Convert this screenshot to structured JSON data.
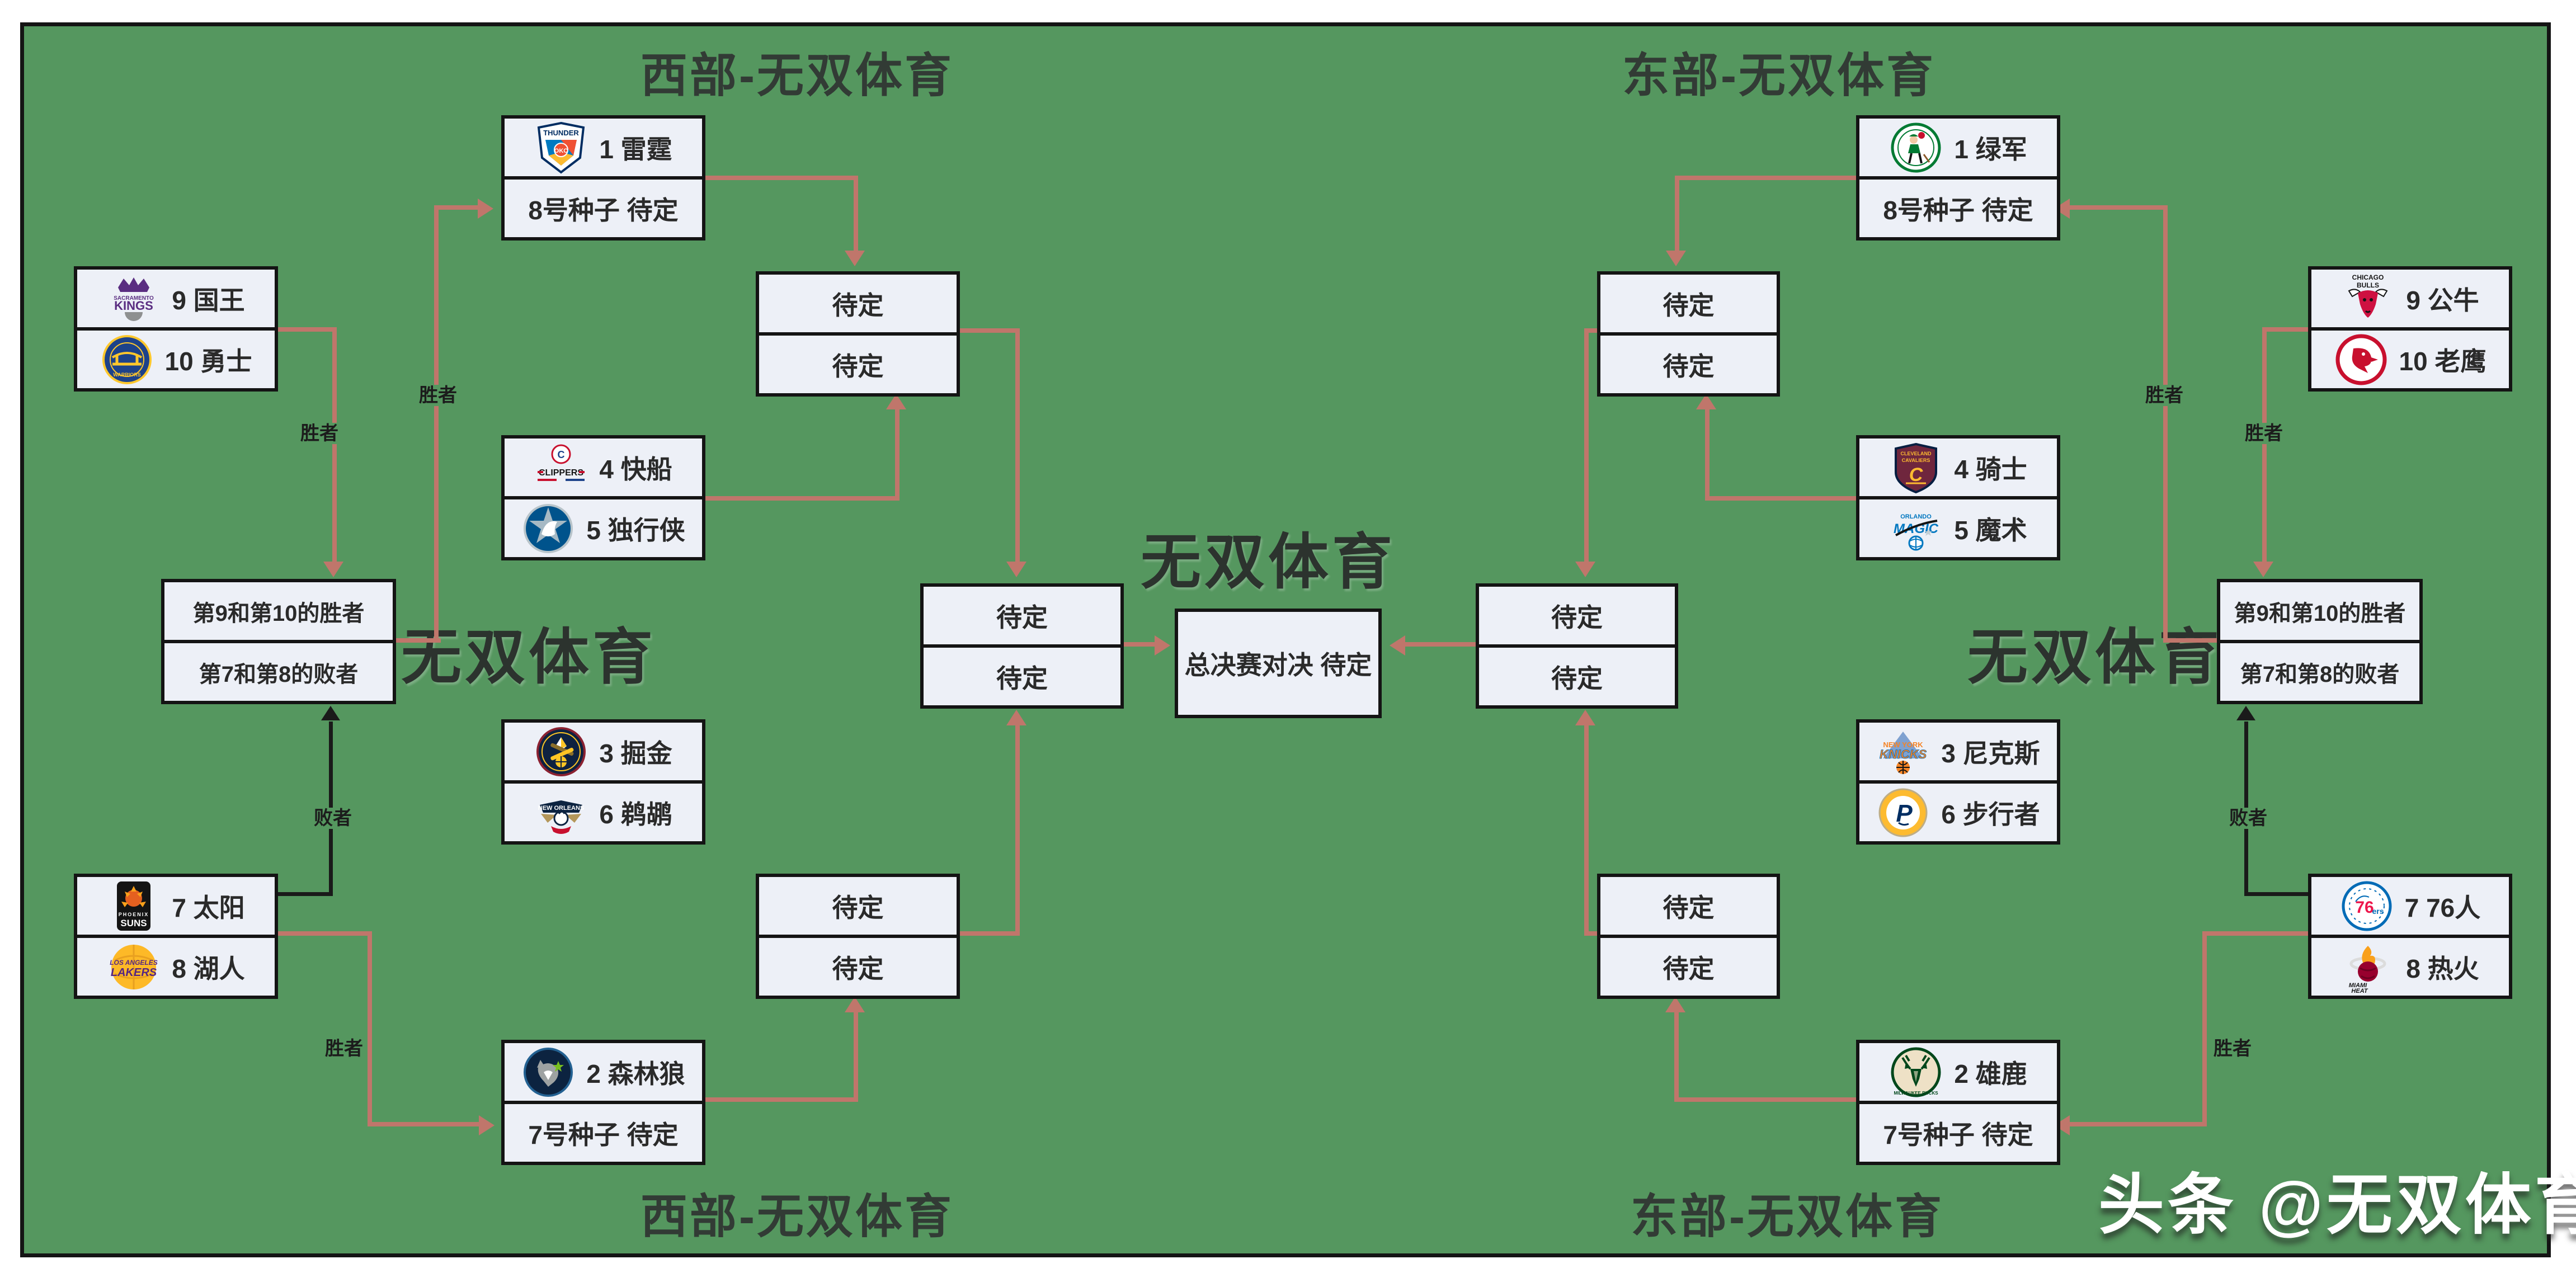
{
  "canvas": {
    "bg": "#55975f",
    "frame_border": "#141414",
    "outer_bg": "#ffffff"
  },
  "colors": {
    "box_fill": "#edf0f7",
    "box_border": "#141414",
    "line_winner": "#c0766b",
    "line_loser": "#1a1a1a",
    "title_text": "#323b35",
    "watermark_text": "#2c332e",
    "footer_text": "#ffffff"
  },
  "titles": {
    "west_top": "西部-无双体育",
    "west_bottom": "西部-无双体育",
    "east_top": "东部-无双体育",
    "east_bottom": "东部-无双体育"
  },
  "watermarks": {
    "left": "无双体育",
    "center": "无双体育",
    "right": "无双体育",
    "footer": "头条 @无双体育"
  },
  "connector_labels": {
    "winner": "胜者",
    "loser": "败者"
  },
  "finals": {
    "label": "总决赛对决 待定"
  },
  "west": {
    "r1_seed1": {
      "top": "1 雷霆",
      "bottom": "8号种子 待定"
    },
    "playin_910": {
      "top": "9 国王",
      "bottom": "10 勇士"
    },
    "r1_seed45": {
      "top": "4 快船",
      "bottom": "5 独行侠"
    },
    "semi_top": {
      "top": "待定",
      "bottom": "待定"
    },
    "playin_final": {
      "top": "第9和第10的胜者",
      "bottom": "第7和第8的败者"
    },
    "conf_final": {
      "top": "待定",
      "bottom": "待定"
    },
    "r1_seed36": {
      "top": "3 掘金",
      "bottom": "6 鹈鹕"
    },
    "semi_bottom": {
      "top": "待定",
      "bottom": "待定"
    },
    "playin_78": {
      "top": "7 太阳",
      "bottom": "8 湖人"
    },
    "r1_seed2": {
      "top": "2 森林狼",
      "bottom": "7号种子 待定"
    }
  },
  "east": {
    "r1_seed1": {
      "top": "1 绿军",
      "bottom": "8号种子 待定"
    },
    "playin_910": {
      "top": "9 公牛",
      "bottom": "10 老鹰"
    },
    "r1_seed45": {
      "top": "4 骑士",
      "bottom": "5 魔术"
    },
    "semi_top": {
      "top": "待定",
      "bottom": "待定"
    },
    "playin_final": {
      "top": "第9和第10的胜者",
      "bottom": "第7和第8的败者"
    },
    "conf_final": {
      "top": "待定",
      "bottom": "待定"
    },
    "r1_seed36": {
      "top": "3 尼克斯",
      "bottom": "6 步行者"
    },
    "semi_bottom": {
      "top": "待定",
      "bottom": "待定"
    },
    "playin_78": {
      "top": "7 76人",
      "bottom": "8 热火"
    },
    "r1_seed2": {
      "top": "2 雄鹿",
      "bottom": "7号种子 待定"
    }
  },
  "logos": [
    "thunder-logo",
    "kings-logo",
    "warriors-logo",
    "clippers-logo",
    "mavericks-logo",
    "nuggets-logo",
    "pelicans-logo",
    "suns-logo",
    "lakers-logo",
    "timberwolves-logo",
    "celtics-logo",
    "bulls-logo",
    "hawks-logo",
    "cavaliers-logo",
    "magic-logo",
    "knicks-logo",
    "pacers-logo",
    "76ers-logo",
    "heat-logo",
    "bucks-logo"
  ]
}
